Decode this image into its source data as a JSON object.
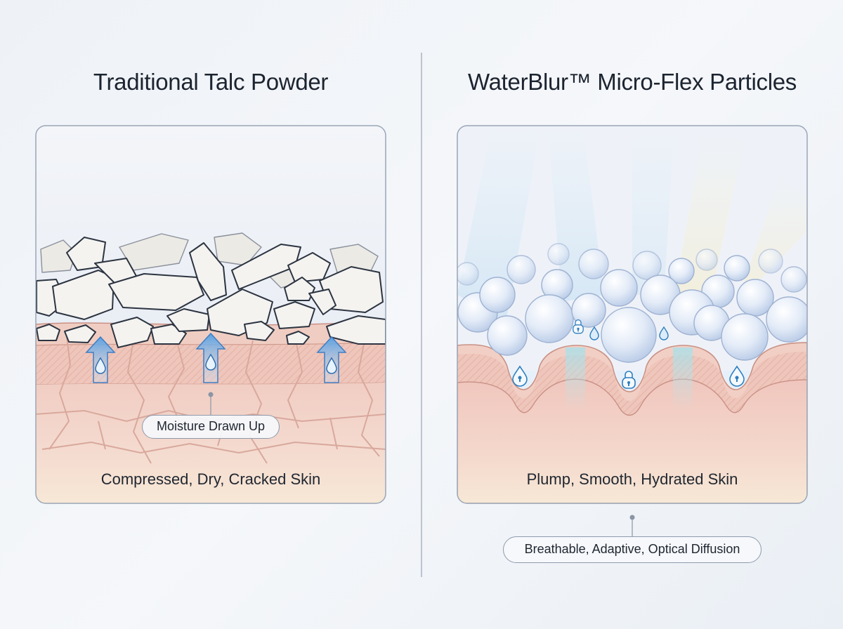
{
  "left_panel": {
    "title": "Traditional Talc Powder",
    "callout": "Moisture Drawn Up",
    "caption": "Compressed, Dry, Cracked Skin",
    "icons": [
      "talc-rock",
      "moisture-arrow-icon",
      "water-drop-icon",
      "skin-crack"
    ]
  },
  "right_panel": {
    "title": "WaterBlur™ Micro-Flex Particles",
    "caption": "Plump, Smooth, Hydrated Skin",
    "callout": "Breathable, Adaptive, Optical Diffusion",
    "icons": [
      "micro-flex-sphere",
      "lock-drop-icon",
      "padlock-icon",
      "water-drop-icon",
      "light-ray"
    ]
  },
  "colors": {
    "panel_border": "#9aa6b6",
    "skin_pink": "#f1cfc6",
    "skin_cream": "#f7e6d5",
    "arrow_blue": "#5fa3e0",
    "icon_blue": "#2f7fbf"
  }
}
